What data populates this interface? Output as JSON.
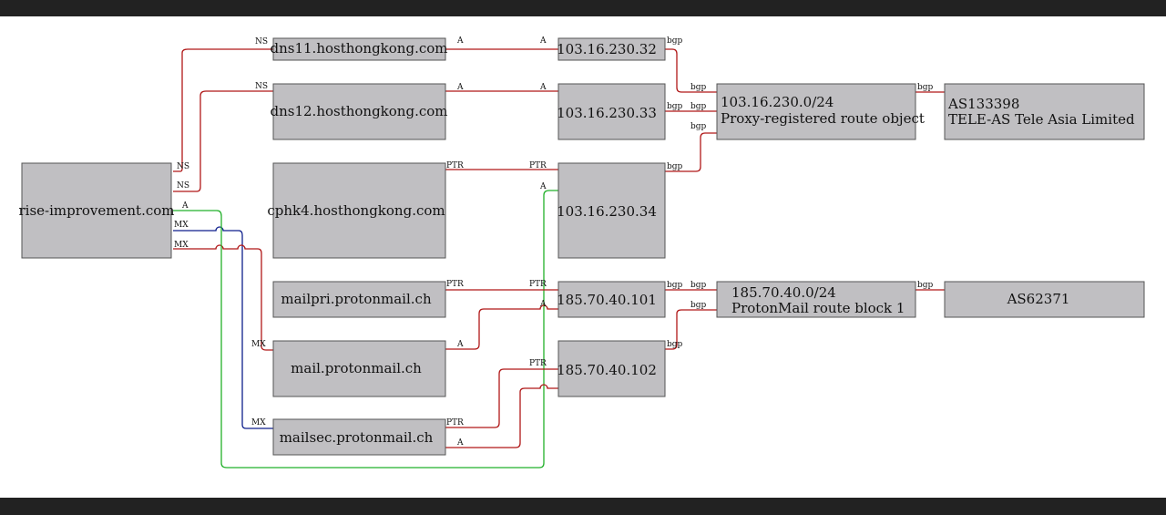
{
  "colors": {
    "red": "#b01818",
    "blue": "#0e1f8c",
    "green": "#22b02a",
    "node_fill": "#c0bfc2"
  },
  "nodes": {
    "rise": {
      "text": "rise-improvement.com"
    },
    "dns11": {
      "text": "dns11.hosthongkong.com"
    },
    "dns12": {
      "text": "dns12.hosthongkong.com"
    },
    "cphk4": {
      "text": "cphk4.hosthongkong.com"
    },
    "mailpri": {
      "text": "mailpri.protonmail.ch"
    },
    "mail": {
      "text": "mail.protonmail.ch"
    },
    "mailsec": {
      "text": "mailsec.protonmail.ch"
    },
    "ip32": {
      "text": "103.16.230.32"
    },
    "ip33": {
      "text": "103.16.230.33"
    },
    "ip34": {
      "text": "103.16.230.34"
    },
    "ip101": {
      "text": "185.70.40.101"
    },
    "ip102": {
      "text": "185.70.40.102"
    },
    "net1": {
      "line1": "103.16.230.0/24",
      "line2": "Proxy-registered route object"
    },
    "net2": {
      "line1": "185.70.40.0/24",
      "line2": "ProtonMail route block 1"
    },
    "as1": {
      "line1": "AS133398",
      "line2": "TELE-AS Tele Asia Limited"
    },
    "as2": {
      "text": "AS62371"
    }
  },
  "edge_labels": {
    "ns": "NS",
    "a": "A",
    "mx": "MX",
    "ptr": "PTR",
    "bgp": "bgp"
  }
}
